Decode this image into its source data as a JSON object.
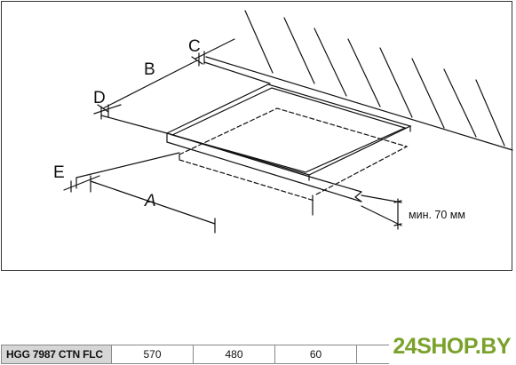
{
  "diagram": {
    "dimension_labels": {
      "a": "A",
      "b": "B",
      "c": "C",
      "d": "D",
      "e": "E"
    },
    "min_clearance_label": "мин. 70 мм",
    "colors": {
      "line": "#111111",
      "frame": "#333333"
    }
  },
  "spec_table": {
    "model": "HGG 7987 CTN FLC",
    "values": [
      "570",
      "480",
      "60",
      ""
    ]
  },
  "brand": {
    "logo_text": "24SHOP.BY",
    "color": "#7aa22b"
  }
}
